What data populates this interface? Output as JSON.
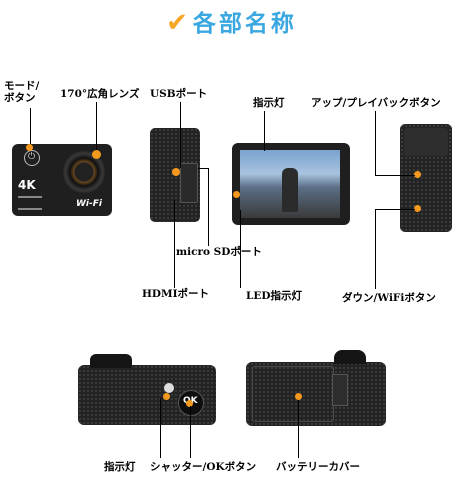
{
  "title": "各部名称",
  "faint_text": "",
  "labels": {
    "mode_button": "モード/\nボタン",
    "lens": "170°広角レンズ",
    "usb_port": "USBポート",
    "indicator_top": "指示灯",
    "up_playback": "アップ/プレイバックボタン",
    "micro_sd": "micro SDポート",
    "hdmi": "HDMIポート",
    "led_indicator": "LED指示灯",
    "down_wifi": "ダウン/WiFiボタン",
    "indicator_bottom": "指示灯",
    "shutter_ok": "シャッター/OKボタン",
    "battery_cover": "バッテリーカバー"
  },
  "camera_marks": {
    "front_4k": "4K",
    "front_wifi": "Wi-Fi",
    "ok_button": "OK"
  },
  "colors": {
    "title": "#3aa7e0",
    "accent_dot": "#f39a1e",
    "body": "#1f1f1f"
  }
}
